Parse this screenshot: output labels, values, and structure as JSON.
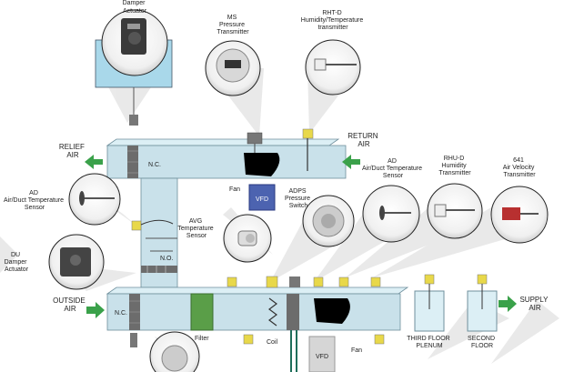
{
  "labels": {
    "damper_actuator": [
      "Damper",
      "Actuator"
    ],
    "ms": [
      "MS",
      "Pressure",
      "Transmitter"
    ],
    "rhtd": [
      "RHT-D",
      "Humidity/Temperature",
      "transmitter"
    ],
    "return_air": [
      "RETURN",
      "AIR"
    ],
    "relief_air": [
      "RELIEF",
      "AIR"
    ],
    "nc_top": "N.C.",
    "fan_top": "Fan",
    "vfd_top": "VFD",
    "adps": [
      "ADPS",
      "Pressure",
      "Switch"
    ],
    "avg": [
      "AVG",
      "Temperature",
      "Sensor"
    ],
    "ad_left": [
      "AD",
      "Air/Duct Temperature",
      "Sensor"
    ],
    "du": [
      "DU",
      "Damper",
      "Actuator"
    ],
    "no": "N.O.",
    "outside_air": [
      "OUTSIDE",
      "AIR"
    ],
    "nc_bottom": "N.C.",
    "filter": "Filter",
    "coil": "Coil",
    "fan_bottom": "Fan",
    "vfd_bottom": "VFD",
    "ad_right": [
      "AD",
      "Air/Duct Temperature",
      "Sensor"
    ],
    "rhud": [
      "RHU-D",
      "Humidity",
      "Transmitter"
    ],
    "v641": [
      "641",
      "Air Velocity",
      "Transmitter"
    ],
    "third_floor": [
      "THIRD FLOOR",
      "PLENUM"
    ],
    "second_floor": [
      "SECOND",
      "FLOOR"
    ],
    "supply_air": [
      "SUPPLY",
      "AIR"
    ]
  },
  "colors": {
    "duct": "#c9e1ea",
    "duct_stroke": "#6f8f9c",
    "arrow": "#3aa14a",
    "sensor_tag": "#e8d84a",
    "vfd": "#4c63b0",
    "filter": "#5a9e48",
    "damper": "#6c6c6c"
  }
}
